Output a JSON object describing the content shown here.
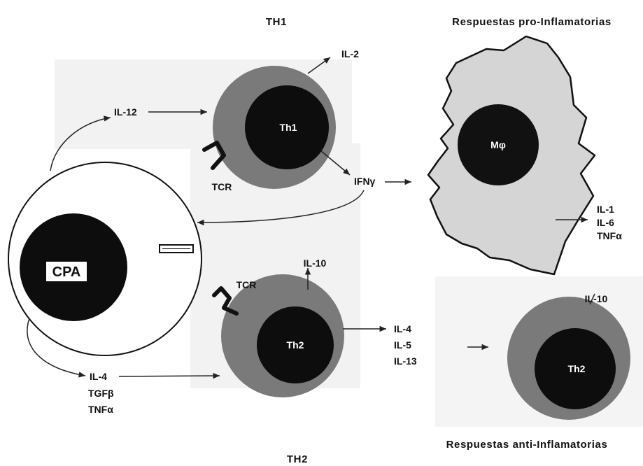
{
  "titles": {
    "th1_heading": "TH1",
    "th2_heading": "TH2",
    "pro_inflammatory": "Respuestas pro-Inflamatorias",
    "anti_inflammatory": "Respuestas anti-Inflamatorias"
  },
  "cells": {
    "cpa": "CPA",
    "th1": "Th1",
    "th2": "Th2",
    "th2_right": "Th2",
    "macrophage": "Mφ"
  },
  "labels": {
    "il12": "IL-12",
    "il2": "IL-2",
    "tcr_top": "TCR",
    "ifn_gamma": "IFNγ",
    "tcr_bottom": "TCR",
    "il10_th2": "IL-10",
    "il4_out": "IL-4",
    "il5_out": "IL-5",
    "il13_out": "IL-13",
    "il4_in": "IL-4",
    "tgf_beta": "TGFβ",
    "tnf_alpha_in": "TNFα",
    "il1": "IL-1",
    "il6": "IL-6",
    "tnf_alpha_out": "TNFα",
    "il10_right": "IL-10"
  }
}
